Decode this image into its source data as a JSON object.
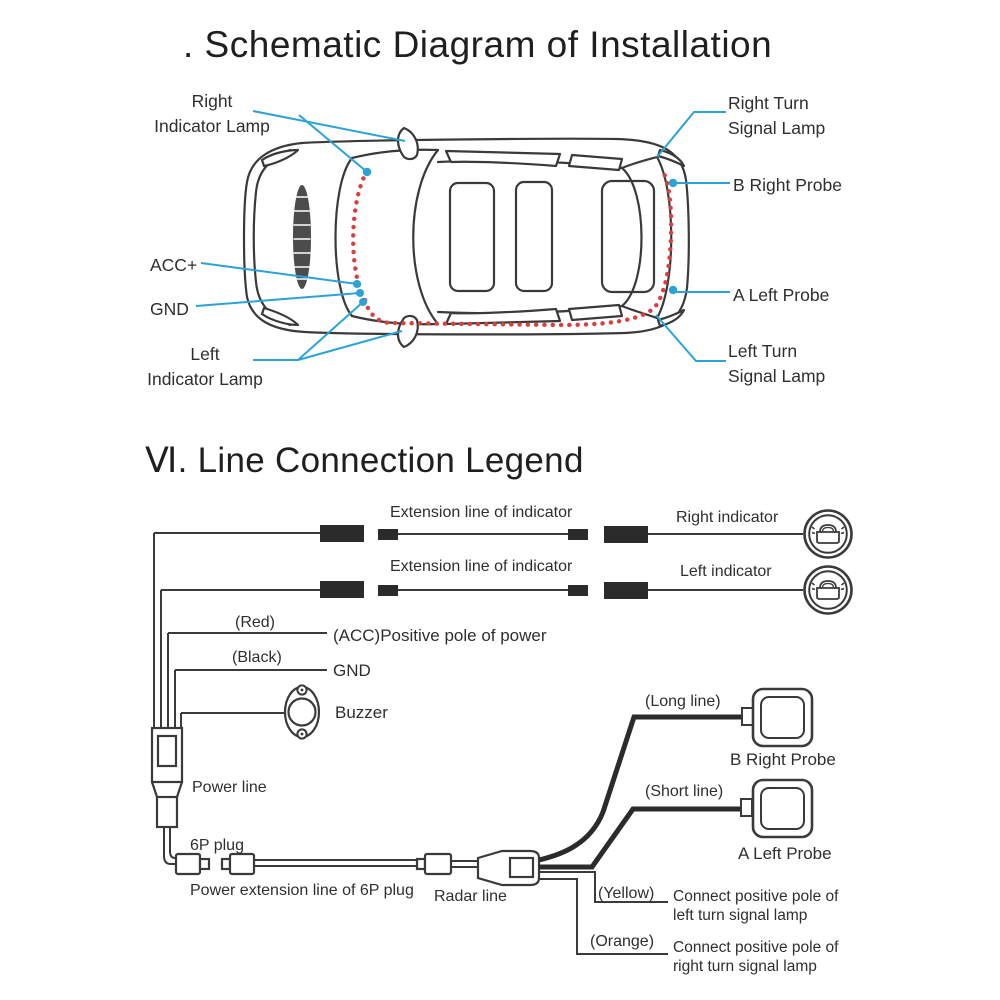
{
  "installation": {
    "title": ". Schematic Diagram of Installation",
    "labels": {
      "right_indicator_lamp": "Right\nIndicator Lamp",
      "right_turn_signal_lamp": "Right Turn\nSignal Lamp",
      "b_right_probe": "B Right Probe",
      "acc_plus": "ACC+",
      "gnd": "GND",
      "a_left_probe": "A Left Probe",
      "left_indicator_lamp": "Left\nIndicator Lamp",
      "left_turn_signal_lamp": "Left Turn\nSignal Lamp"
    }
  },
  "legend": {
    "title": "Ⅵ. Line Connection Legend",
    "indicator_rows": {
      "extension_line_top": "Extension line of indicator",
      "right_indicator": "Right indicator",
      "extension_line_bottom": "Extension line of indicator",
      "left_indicator": "Left indicator"
    },
    "power": {
      "red_wire": "(Red)",
      "acc_positive_pole": "(ACC)Positive pole of power",
      "black_wire": "(Black)",
      "gnd": "GND",
      "buzzer": "Buzzer",
      "power_line": "Power line",
      "six_p_plug": "6P plug",
      "power_extension_line": "Power extension line of 6P plug",
      "radar_line": "Radar line"
    },
    "probes": {
      "long_line": "(Long line)",
      "b_right_probe": "B Right Probe",
      "short_line": "(Short line)",
      "a_left_probe": "A Left Probe"
    },
    "signal_connections": {
      "yellow_wire": "(Yellow)",
      "yellow_description": "Connect positive pole of\nleft turn signal lamp",
      "orange_wire": "(Orange)",
      "orange_description": "Connect positive pole of\nright turn signal lamp"
    }
  },
  "icons": {
    "car_top_view": "car-top-view-illustration",
    "indicator_lamp": "car-in-double-circle",
    "buzzer": "round-buzzer-with-screws",
    "probe": "rounded-square-sensor"
  },
  "colors": {
    "leader_line": "#2ba3d6",
    "marker_dot": "#2ba3d6",
    "detection_line": "#d84040",
    "artwork_line": "#3a3a3a",
    "connector_fill": "#2b2b2b",
    "text": "#2e2e2e",
    "background": "#ffffff"
  }
}
